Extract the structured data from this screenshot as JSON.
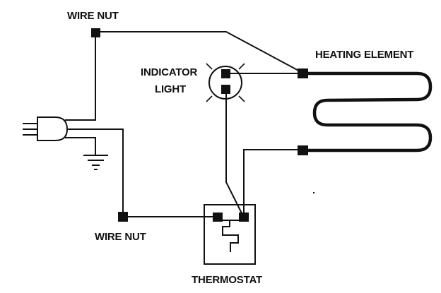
{
  "diagram": {
    "title": "Heater wiring diagram",
    "colors": {
      "ink": "#111111",
      "background": "#ffffff"
    },
    "labels": {
      "wire_nut_top": "WIRE NUT",
      "wire_nut_bottom": "WIRE NUT",
      "indicator_light_line1": "INDICATOR",
      "indicator_light_line2": "LIGHT",
      "heating_element": "HEATING ELEMENT",
      "thermostat": "THERMOSTAT"
    },
    "components": [
      {
        "id": "plug",
        "type": "power-plug",
        "prongs": 3
      },
      {
        "id": "ground",
        "type": "ground-symbol"
      },
      {
        "id": "wire-nut-top",
        "type": "wire-nut"
      },
      {
        "id": "wire-nut-bottom",
        "type": "wire-nut"
      },
      {
        "id": "indicator-light",
        "type": "lamp",
        "terminals": 2
      },
      {
        "id": "heating-element",
        "type": "resistive-coil",
        "terminals": 2
      },
      {
        "id": "thermostat",
        "type": "bimetal-switch",
        "terminals": 2
      }
    ],
    "connections": [
      [
        "plug",
        "wire-nut-top"
      ],
      [
        "wire-nut-top",
        "heating-element.terminal-1"
      ],
      [
        "indicator-light.terminal-1",
        "heating-element.terminal-1"
      ],
      [
        "indicator-light.terminal-2",
        "thermostat.terminal-2"
      ],
      [
        "heating-element.terminal-2",
        "thermostat.terminal-2"
      ],
      [
        "plug",
        "wire-nut-bottom"
      ],
      [
        "wire-nut-bottom",
        "thermostat.terminal-1"
      ],
      [
        "plug",
        "ground"
      ]
    ]
  }
}
